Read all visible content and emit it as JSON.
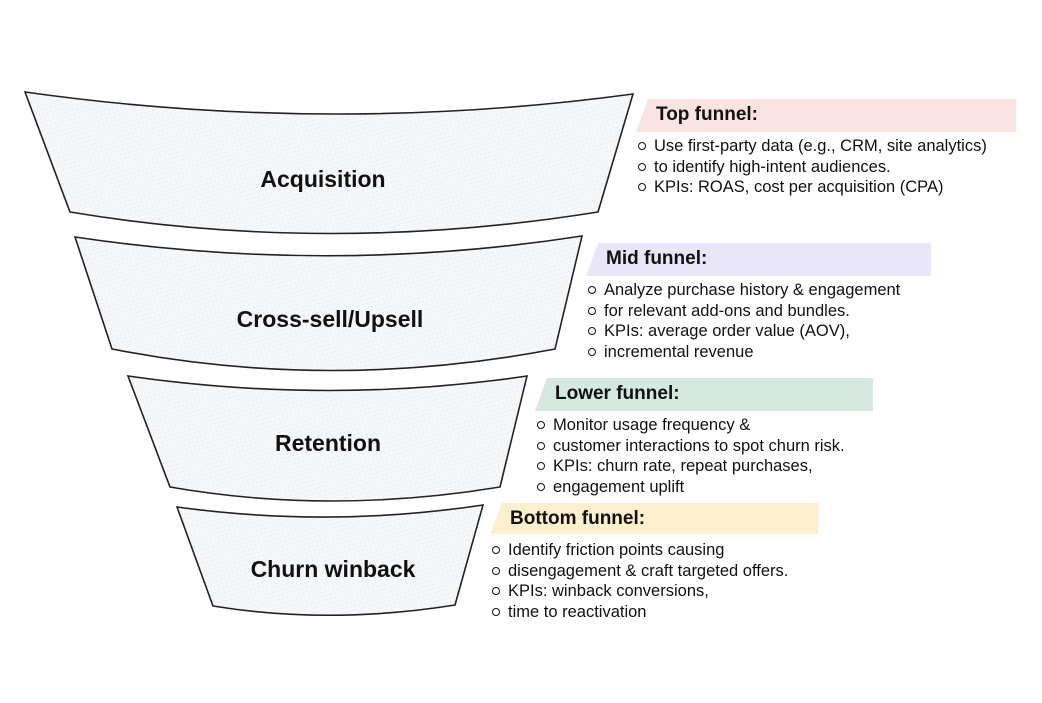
{
  "stages": [
    {
      "label": "Acquisition"
    },
    {
      "label": "Cross-sell/Upsell"
    },
    {
      "label": "Retention"
    },
    {
      "label": "Churn winback"
    }
  ],
  "panels": [
    {
      "title": "Top funnel:",
      "color": "#fbe3e4",
      "bullets": [
        "Use first-party data (e.g., CRM, site analytics)",
        "to identify high-intent audiences.",
        "KPIs: ROAS, cost per acquisition (CPA)"
      ]
    },
    {
      "title": "Mid funnel:",
      "color": "#e8e6f8",
      "bullets": [
        "Analyze purchase history & engagement",
        "for relevant add-ons and bundles.",
        "KPIs: average order value (AOV),",
        "incremental revenue"
      ]
    },
    {
      "title": "Lower funnel:",
      "color": "#d5e9e1",
      "bullets": [
        "Monitor usage frequency &",
        "customer interactions to spot churn risk.",
        "KPIs: churn rate, repeat purchases,",
        "engagement uplift"
      ]
    },
    {
      "title": "Bottom funnel:",
      "color": "#fcefcd",
      "bullets": [
        "Identify friction points causing",
        "disengagement & craft targeted offers.",
        "KPIs: winback conversions,",
        "time to reactivation"
      ]
    }
  ],
  "colors": {
    "segment_fill": "#f4f6f8",
    "segment_stroke": "#222222"
  }
}
